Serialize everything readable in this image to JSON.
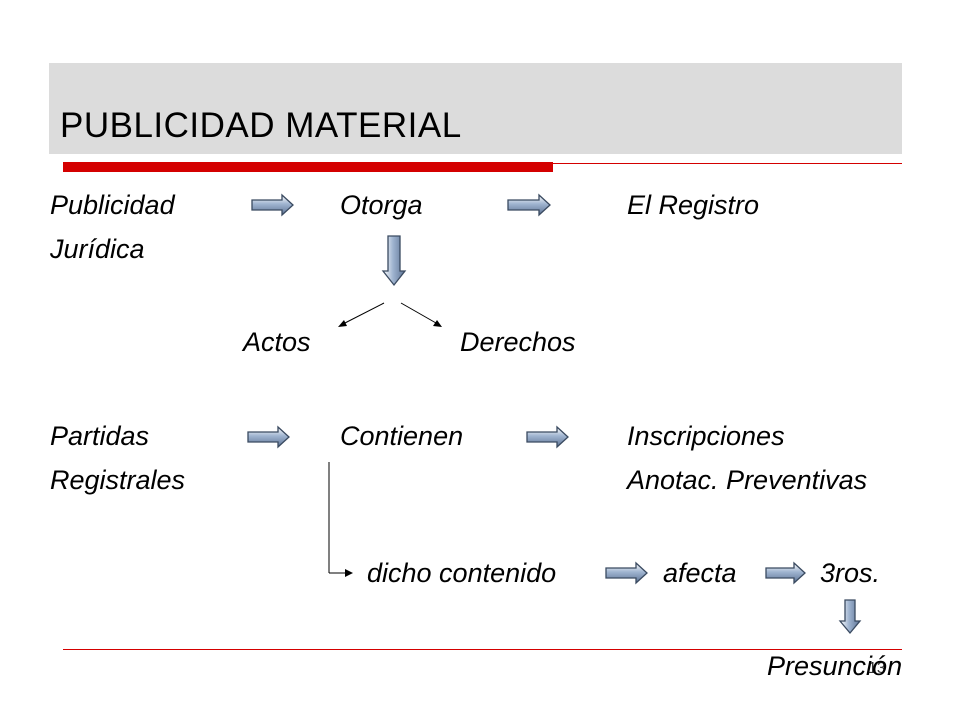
{
  "slide": {
    "title": "PUBLICIDAD MATERIAL",
    "page_number": "13"
  },
  "diagram": {
    "publicidad": "Publicidad",
    "juridica": "Jurídica",
    "otorga": "Otorga",
    "el_registro": "El Registro",
    "actos": "Actos",
    "derechos": "Derechos",
    "partidas": "Partidas",
    "registrales": "Registrales",
    "contienen": "Contienen",
    "inscripciones": "Inscripciones",
    "anotac_preventivas": "Anotac. Preventivas",
    "dicho_contenido": "dicho contenido",
    "afecta": "afecta",
    "terceros": "3ros.",
    "presuncion": "Presunción"
  },
  "colors": {
    "accent": "#d40000",
    "title_bar": "#dcdcdc",
    "arrow_fill": "#8fa8c8",
    "arrow_stroke": "#3a4a60"
  }
}
